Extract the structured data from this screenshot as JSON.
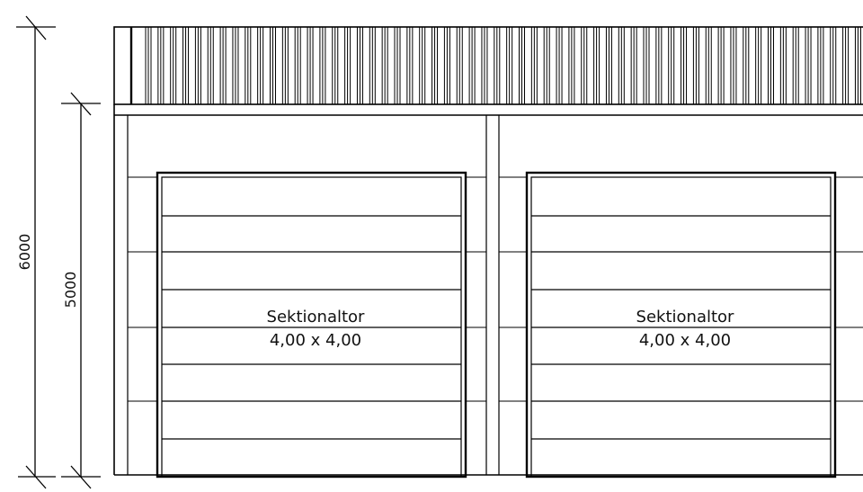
{
  "dimensions": {
    "overall_height": "6000",
    "wall_height": "5000"
  },
  "doors": [
    {
      "type": "Sektionaltor",
      "size": "4,00 x 4,00"
    },
    {
      "type": "Sektionaltor",
      "size": "4,00 x 4,00"
    }
  ],
  "colors": {
    "line": "#000000",
    "background": "#ffffff"
  }
}
